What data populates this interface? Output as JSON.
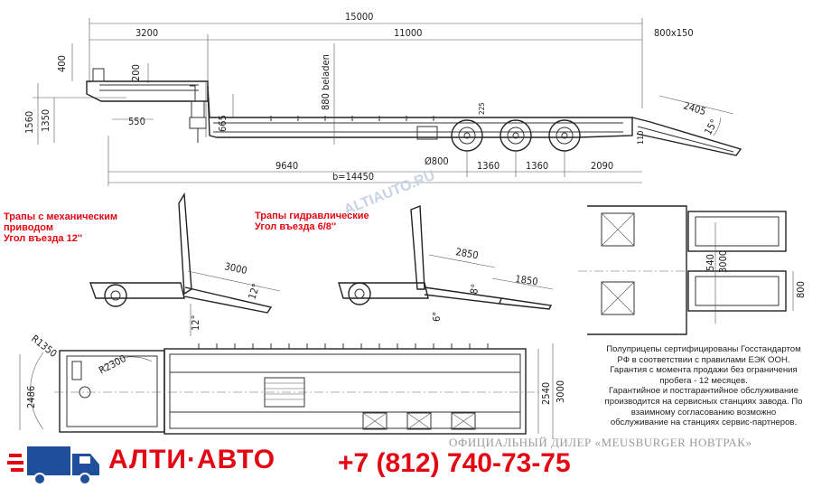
{
  "dims": {
    "total_length": "15000",
    "gooseneck_len": "3200",
    "deck_len": "11000",
    "ramp_plate": "800x150",
    "h400": "400",
    "h200": "200",
    "h1560": "1560",
    "h1350": "1350",
    "w550": "550",
    "h665": "665",
    "beladen": "880 beladen",
    "h225": "225",
    "ramp_len": "2405",
    "ramp_angle": "15°",
    "d9640": "9640",
    "wheel": "Ø800",
    "axle1": "1360",
    "axle2": "1360",
    "rear": "2090",
    "b": "b=14450",
    "hyd_3000": "3000",
    "deg12a": "12°",
    "deg12b": "12°",
    "hyd_2850": "2850",
    "hyd_1850": "1850",
    "deg8": "8°",
    "deg6": "6°",
    "w540": "540",
    "w3000r": "3000",
    "w800": "800",
    "r1350": "R1350",
    "r2300": "R2300",
    "w2486": "2486",
    "w2540": "2540",
    "w3000b": "3000",
    "small_110": "110"
  },
  "labels": {
    "mech_line1": "Трапы с механическим",
    "mech_line2": "приводом",
    "mech_line3": "Угол въезда 12''",
    "hyd_line1": "Трапы гидравлические",
    "hyd_line2": "Угол въезда 6/8''"
  },
  "notes": [
    "Полуприцепы сертифицированы Госстандартом",
    "РФ в соответствии с правилами ЕЭК ООН.",
    "Гарантия с момента продажи без ограничения",
    "пробега - 12 месяцев.",
    "Гарантийное и постгарантийное обслуживание",
    "производится на сервисных станциях завода. По",
    "взаимному согласованию возможно",
    "обслуживание на станциях сервис-партнеров."
  ],
  "footer": {
    "brand": "АЛТИ·АВТО",
    "phone": "+7 (812) 740-73-75",
    "dealer": "ОФИЦИАЛЬНЫЙ ДИЛЕР «MEUSBURGER НОВТРАК»",
    "watermark": "ALTIAUTO.RU"
  },
  "colors": {
    "accent_red": "#e30613",
    "line": "#333333",
    "logo_blue": "#1f4e9a"
  }
}
